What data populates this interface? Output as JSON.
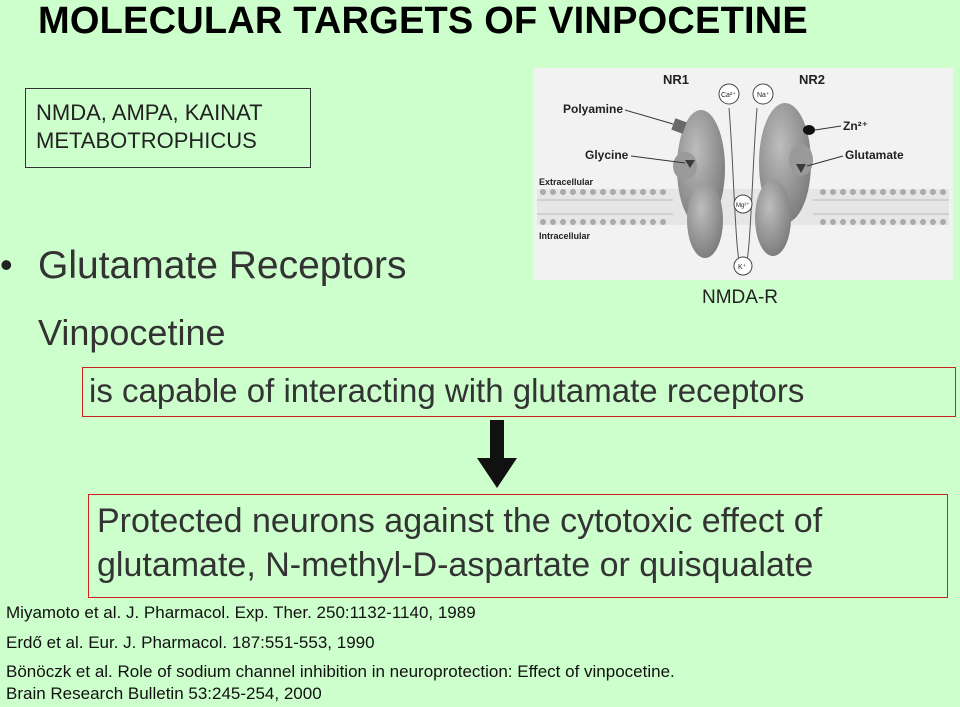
{
  "title": "MOLECULAR TARGETS OF VINPOCETINE",
  "receptor_box": {
    "line1": "NMDA, AMPA, KAINAT",
    "line2": "METABOTROPHICUS"
  },
  "bullet": "•",
  "heading": "Glutamate Receptors",
  "subheading": "Vinpocetine",
  "diagram": {
    "nr1": "NR1",
    "nr2": "NR2",
    "ca": "Ca²⁺",
    "na": "Na⁺",
    "polyamine": "Polyamine",
    "glycine": "Glycine",
    "zn": "Zn²⁺",
    "glutamate": "Glutamate",
    "extracellular": "Extracellular",
    "intracellular": "Intracellular",
    "mg": "Mg²⁺",
    "k": "K⁺"
  },
  "diagram_caption": "NMDA-R",
  "statement": "is capable of interacting with glutamate receptors",
  "result": {
    "line1": "Protected neurons against the cytotoxic effect of",
    "line2": "glutamate, N-methyl-D-aspartate or quisqualate"
  },
  "references": [
    "Miyamoto et al. J. Pharmacol. Exp. Ther. 250:1132-1140, 1989",
    "Erdő et al. Eur. J. Pharmacol. 187:551-553, 1990",
    "Bönöczk et al. Role of sodium channel inhibition in neuroprotection: Effect of vinpocetine.",
    "Brain Research Bulletin 53:245-254, 2000"
  ],
  "colors": {
    "background": "#ccffcc",
    "box_border_red": "#cc2222",
    "text": "#333333"
  }
}
